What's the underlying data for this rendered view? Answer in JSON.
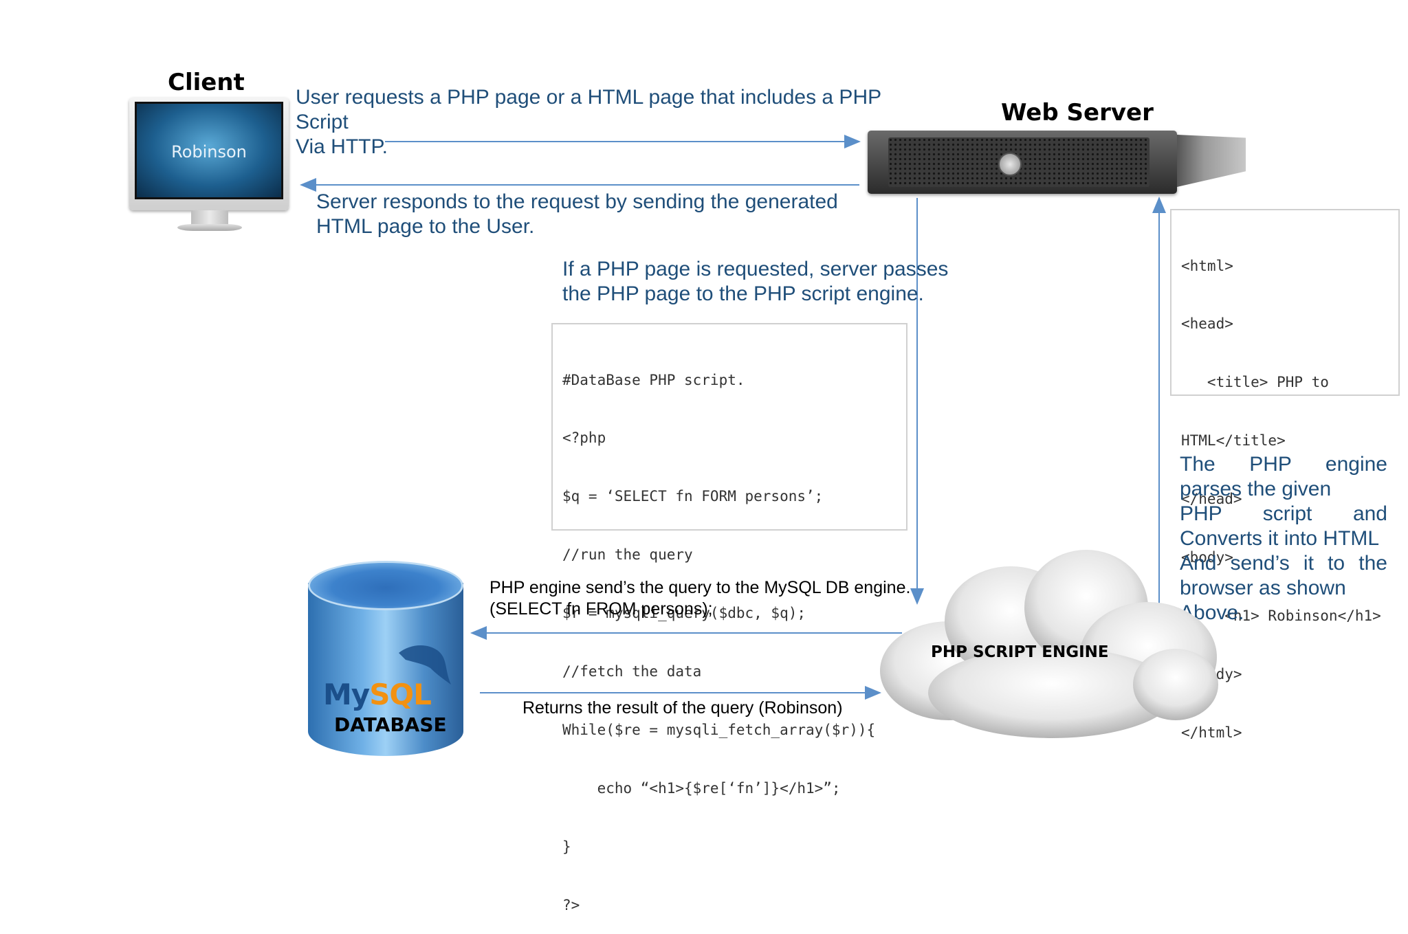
{
  "client": {
    "title": "Client",
    "screen_text": "Robinson"
  },
  "server": {
    "title": "Web Server"
  },
  "messages": {
    "request_line1": "User requests a PHP page or a HTML page that includes a PHP",
    "request_line2": "Script",
    "request_line3": "Via HTTP.",
    "response_line1": "Server responds to the request by sending the generated",
    "response_line2": "HTML page to the User.",
    "pass_line1": "If a PHP page is requested, server passes",
    "pass_line2": "the PHP page to the PHP script engine.",
    "query_line1": "PHP engine send’s the query to the MySQL DB engine.",
    "query_line2": "(SELECT fn FROM persons);",
    "result": "Returns the result of the query (Robinson)",
    "parse_line1": "The PHP engine",
    "parse_line2": "parses the given",
    "parse_line3": "PHP script and",
    "parse_line4": "Converts it into HTML",
    "parse_line5": "And send’s it to the",
    "parse_line6": "browser as shown",
    "parse_line7": "Above."
  },
  "php_code": [
    "#DataBase PHP script.",
    "<?php",
    "$q = ‘SELECT fn FORM persons’;",
    "//run the query",
    "$r = mysqli_query($dbc, $q);",
    "//fetch the data",
    "While($re = mysqli_fetch_array($r)){",
    "    echo “<h1>{$re[‘fn’]}</h1>”;",
    "}",
    "?>"
  ],
  "html_code": [
    "<html>",
    "<head>",
    "   <title> PHP to",
    "HTML</title>",
    "</head>",
    "<body>",
    "     <h1> Robinson</h1>",
    "</body>",
    "</html>"
  ],
  "engine": {
    "label": "PHP SCRIPT ENGINE"
  },
  "database": {
    "logo_my": "My",
    "logo_sql": "SQL",
    "label": "DATABASE"
  },
  "colors": {
    "arrow": "#5b8fc9",
    "text_blue": "#1f4e79",
    "mysql_orange": "#f29111",
    "mysql_blue": "#1b4f8a"
  }
}
